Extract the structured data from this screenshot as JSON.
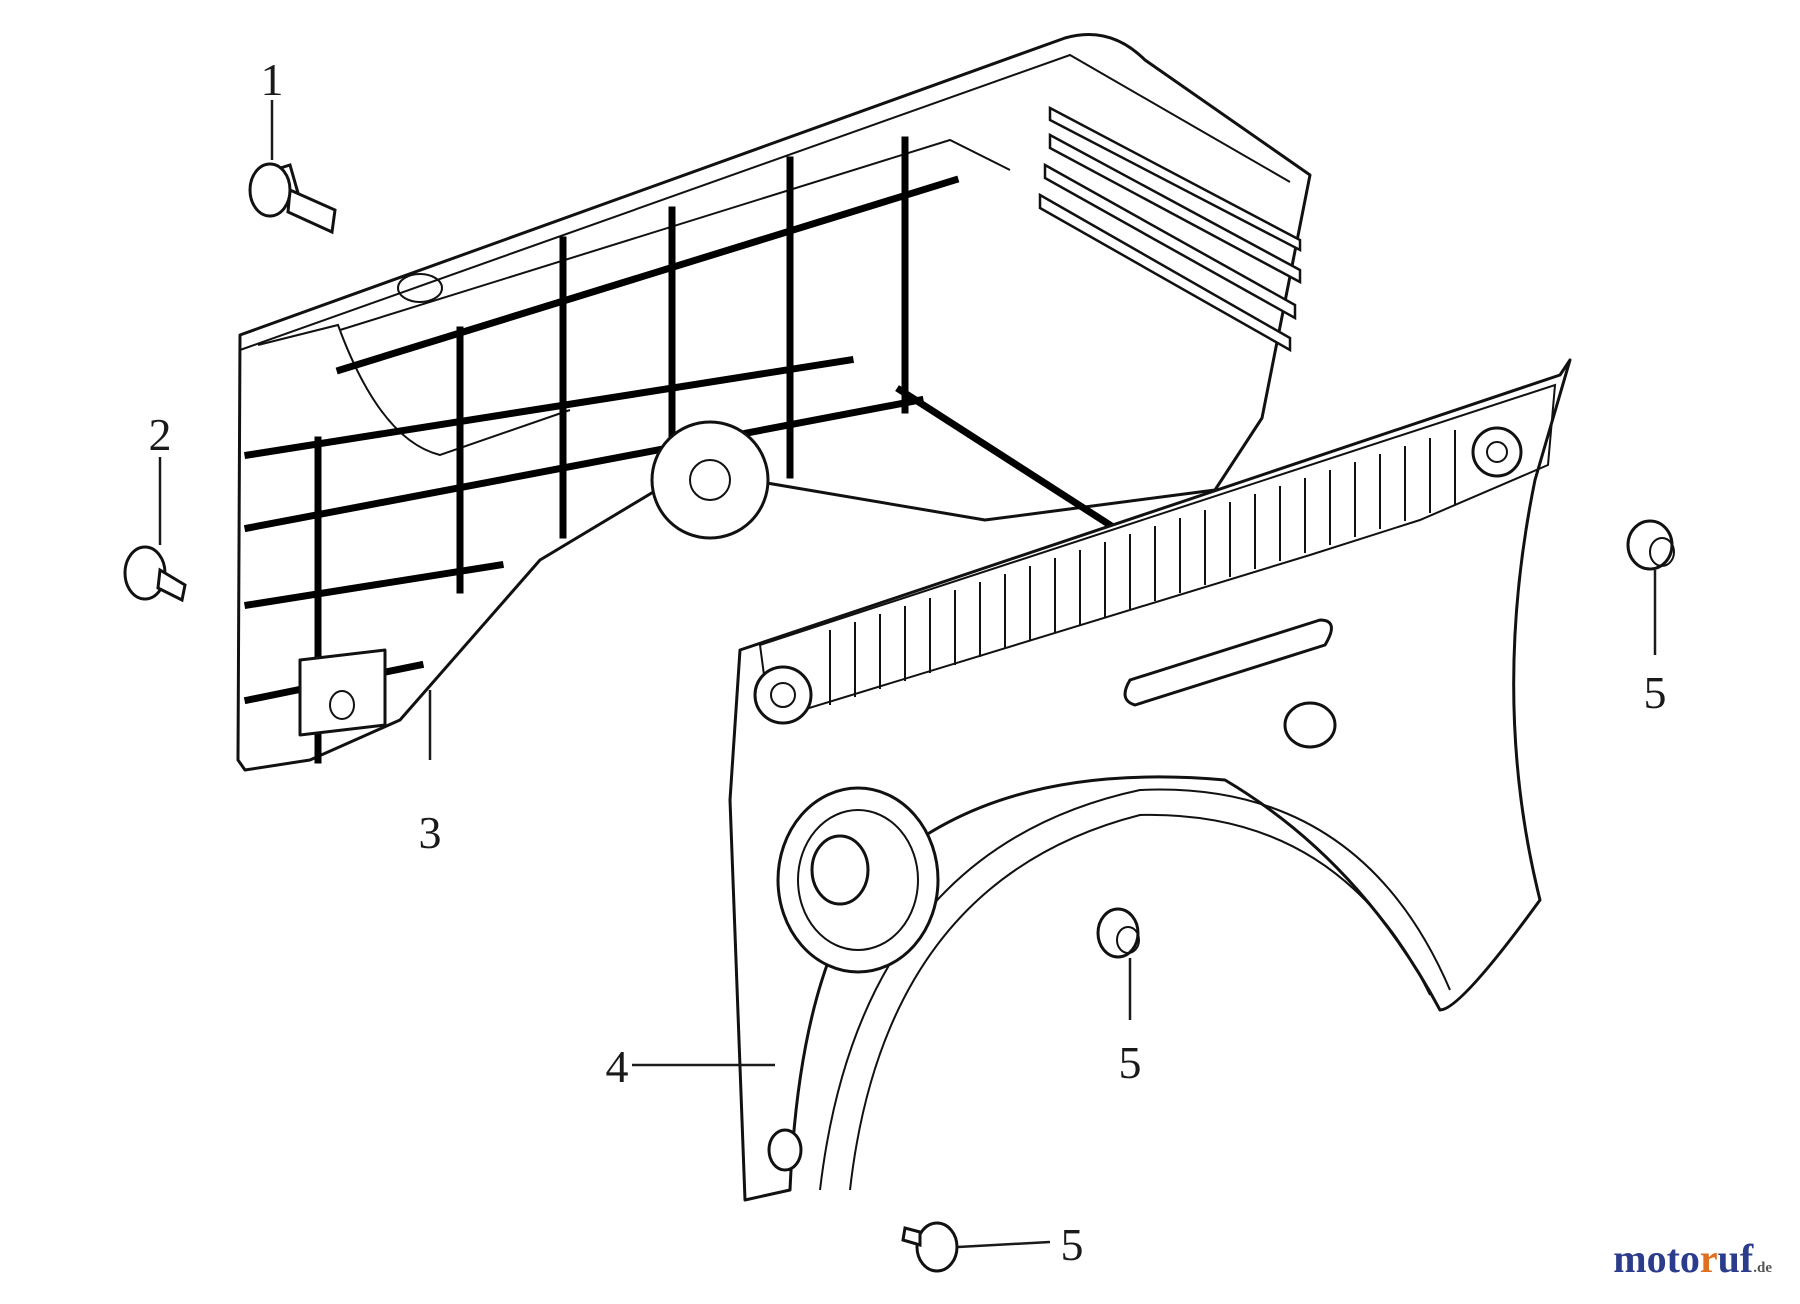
{
  "diagram": {
    "callouts": [
      {
        "id": "1",
        "text": "1"
      },
      {
        "id": "2",
        "text": "2"
      },
      {
        "id": "3",
        "text": "3"
      },
      {
        "id": "4",
        "text": "4"
      },
      {
        "id": "5a",
        "text": "5"
      },
      {
        "id": "5b",
        "text": "5"
      },
      {
        "id": "5c",
        "text": "5"
      }
    ]
  },
  "watermark": {
    "part1": "moto",
    "part2": "r",
    "part3": "uf",
    "suffix": ".de"
  }
}
